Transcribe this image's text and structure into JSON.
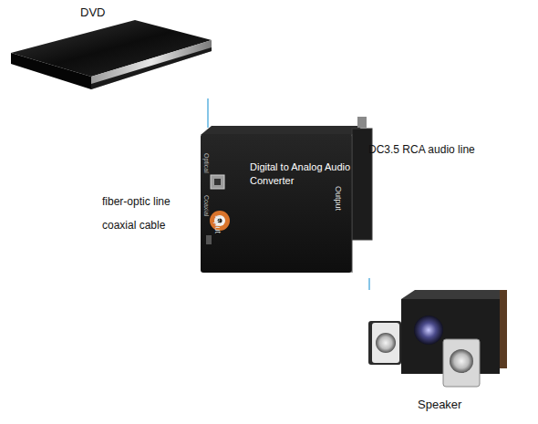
{
  "diagram": {
    "nodes": [
      {
        "text": [
          "DVD"
        ]
      },
      {
        "text": [
          "Digital to Analog Audio Converter",
          "Input",
          "Output"
        ]
      },
      {
        "text": [
          "Speaker"
        ]
      }
    ],
    "edges": [
      {
        "from": 0,
        "to": 1,
        "arrow": "none",
        "label": "fiber-optic line"
      },
      {
        "from": 1,
        "to": 2,
        "arrow": "none",
        "label": "DC3.5 RCA audio line"
      }
    ],
    "labels": [
      "coaxial cable",
      "Optical",
      "Coaxial"
    ]
  }
}
